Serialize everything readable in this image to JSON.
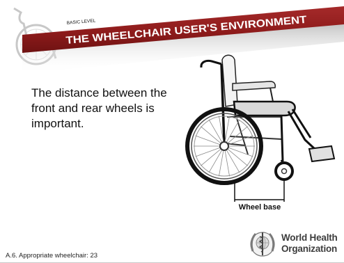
{
  "header": {
    "level": "BASIC LEVEL",
    "title": "THE WHEELCHAIR USER'S ENVIRONMENT"
  },
  "body": {
    "lines": [
      "The distance between the",
      "front and rear wheels is",
      "important."
    ]
  },
  "figure": {
    "label": "Wheel base",
    "icon": "wheelchair-illustration"
  },
  "organization": {
    "name_line1": "World Health",
    "name_line2": "Organization",
    "icon": "who-emblem-icon"
  },
  "footer": {
    "slide_ref": "A.6. Appropriate wheelchair: 23"
  },
  "brand_icon": "wheelchair-logo-icon",
  "colors": {
    "banner": "#8e1b1b",
    "banner_text": "#ffffff",
    "text": "#111111",
    "org_text": "#3d3d3d",
    "logo": "#c8c8c8"
  }
}
